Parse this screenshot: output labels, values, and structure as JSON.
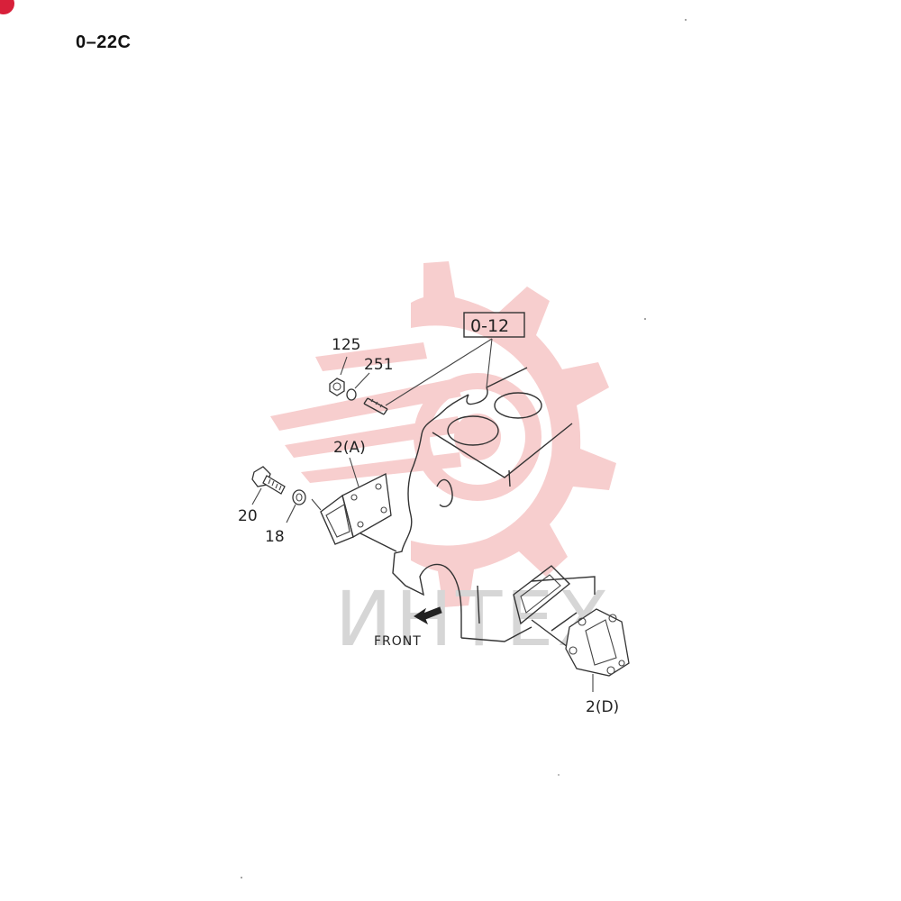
{
  "page_code": "0–22C",
  "reference_box": "0-12",
  "callouts": {
    "nut": "125",
    "washer_small": "251",
    "bracket_a": "2(A)",
    "bolt": "20",
    "washer": "18",
    "bracket_d": "2(D)"
  },
  "direction_label": "FRONT",
  "watermark": {
    "text": "ИНТЕХ",
    "gear_color": "#f6c6c6"
  },
  "colors": {
    "line": "#333333",
    "badge": "#d8203a"
  }
}
